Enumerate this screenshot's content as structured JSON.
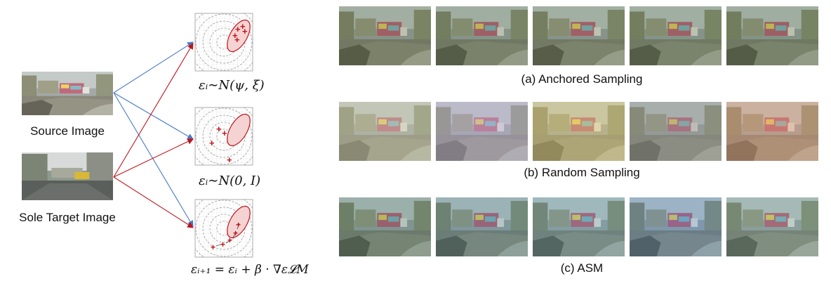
{
  "inputs": {
    "source_label": "Source Image",
    "target_label": "Sole Target Image"
  },
  "sampling_formulas": {
    "anchored": "εᵢ∼N(ψ, ξ)",
    "random": "εᵢ∼N(0, I)",
    "asm": "εᵢ₊₁ = εᵢ + β · ∇ε𝓛M"
  },
  "rows": [
    {
      "caption": "(a) Anchored Sampling",
      "tints": [
        "#7f8a5c",
        "#7a8a5e",
        "#808d62",
        "#7b8c5f",
        "#798a5c"
      ]
    },
    {
      "caption": "(b) Random Sampling",
      "tints": [
        "#c9c7a4",
        "#bcb0c2",
        "#d9c77a",
        "#9a9a8e",
        "#d8a17a"
      ]
    },
    {
      "caption": "(c) ASM",
      "tints": [
        "#6f8f72",
        "#6e9590",
        "#77a3a0",
        "#6f97b5",
        "#86a890"
      ]
    }
  ],
  "colors": {
    "source_arrow": "#4a78c8",
    "target_arrow": "#c0141b",
    "ellipse_stroke": "#c0141b",
    "ellipse_fill": "#f6d3d3",
    "sample_marker": "#c0141b"
  }
}
